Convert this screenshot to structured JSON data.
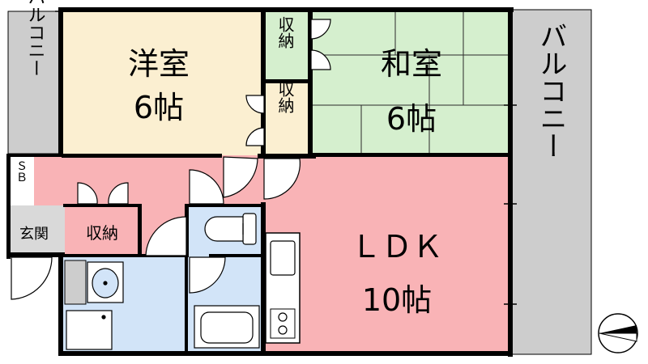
{
  "rooms": {
    "western": {
      "name": "洋室",
      "size": "6帖"
    },
    "japanese": {
      "name": "和室",
      "size": "6帖"
    },
    "ldk": {
      "name": "ＬＤＫ",
      "size": "10帖"
    },
    "storage_top": "収納",
    "storage_mid": "収納",
    "storage_entry": "収納",
    "entrance": "玄関",
    "shoe_box": "ＳＢ"
  },
  "balcony": {
    "left": "バルコニー",
    "right": "バルコニー"
  },
  "colors": {
    "western": "#fbefd1",
    "japanese": "#d5efce",
    "ldk": "#f9b3b6",
    "wet": "#d2e4f8",
    "balcony": "#cdcdcd",
    "wall": "#000000"
  },
  "icons": {
    "compass": "compass-north-arrow-icon",
    "stove": "stove-icon",
    "toilet": "toilet-icon",
    "bathtub": "bathtub-icon",
    "washbasin": "washbasin-icon"
  }
}
